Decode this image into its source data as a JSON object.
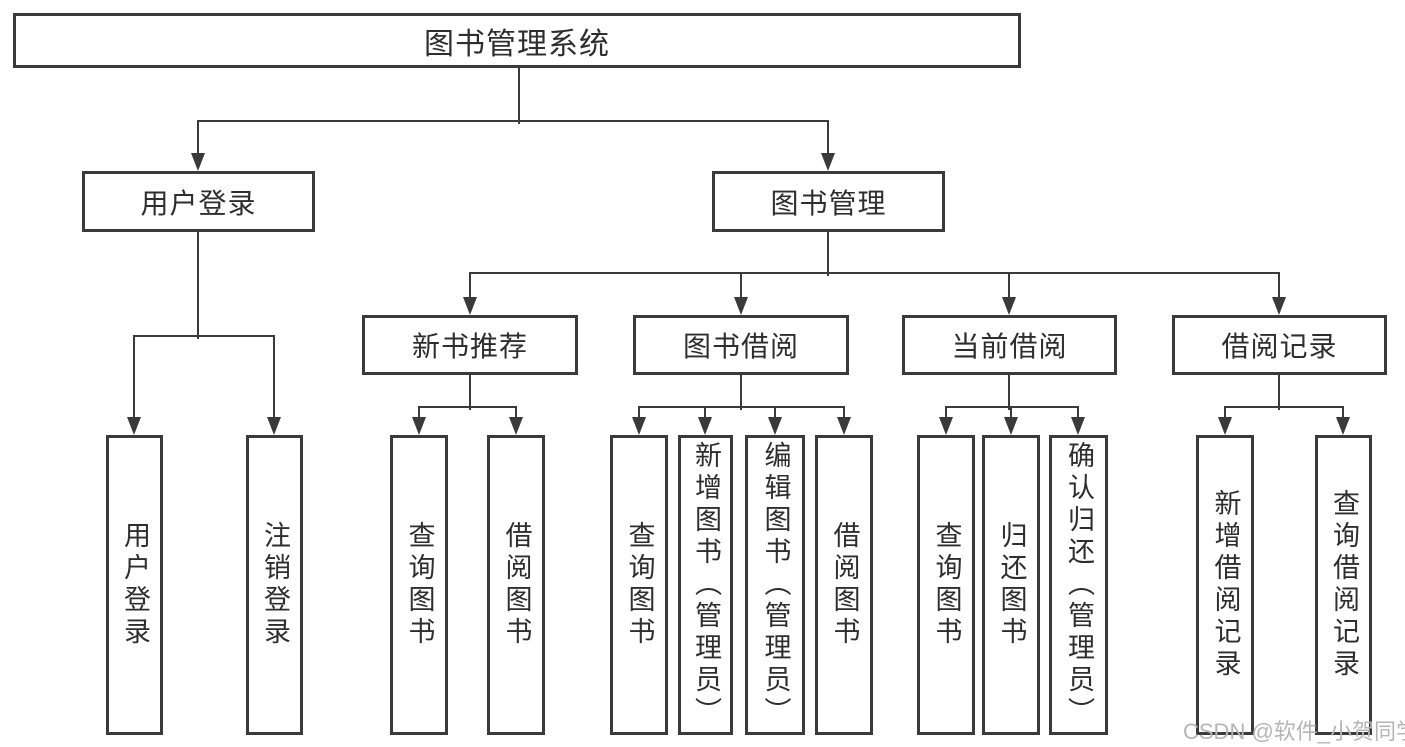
{
  "diagram": {
    "root": {
      "label": "图书管理系统"
    },
    "branches": [
      {
        "label": "用户登录",
        "children": [
          {
            "label": "用户登录"
          },
          {
            "label": "注销登录"
          }
        ]
      },
      {
        "label": "图书管理",
        "groups": [
          {
            "label": "新书推荐",
            "children": [
              {
                "label": "查询图书"
              },
              {
                "label": "借阅图书"
              }
            ]
          },
          {
            "label": "图书借阅",
            "children": [
              {
                "label": "查询图书"
              },
              {
                "label": "新增图书（管理员）"
              },
              {
                "label": "编辑图书（管理员）"
              },
              {
                "label": "借阅图书"
              }
            ]
          },
          {
            "label": "当前借阅",
            "children": [
              {
                "label": "查询图书"
              },
              {
                "label": "归还图书"
              },
              {
                "label": "确认归还（管理员）"
              }
            ]
          },
          {
            "label": "借阅记录",
            "children": [
              {
                "label": "新增借阅记录"
              },
              {
                "label": "查询借阅记录"
              }
            ]
          }
        ]
      }
    ]
  },
  "watermark": {
    "text": "CSDN @软件_小贺同学"
  },
  "colors": {
    "line": "#3a3a3a",
    "text": "#2e2e2e",
    "watermark": "#b5b5b5",
    "background": "#ffffff"
  }
}
